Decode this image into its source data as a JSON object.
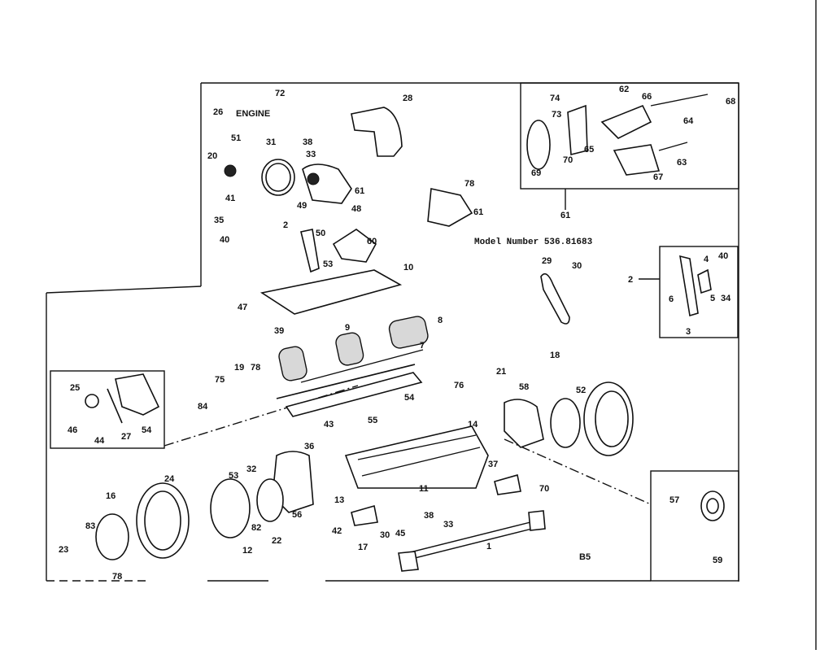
{
  "model_label": "Model Number 536.81683",
  "engine_label": "ENGINE",
  "page_code": "B5",
  "callouts": {
    "c72": "72",
    "c26": "26",
    "c28": "28",
    "c51": "51",
    "c31": "31",
    "c38": "38",
    "c33a": "33",
    "c20": "20",
    "c61a": "61",
    "c78a": "78",
    "c61b": "61",
    "c41": "41",
    "c35": "35",
    "c40a": "40",
    "c49": "49",
    "c2a": "2",
    "c50": "50",
    "c48": "48",
    "c60": "60",
    "c53a": "53",
    "c10": "10",
    "c47": "47",
    "c39": "39",
    "c9": "9",
    "c8": "8",
    "c7": "7",
    "c29": "29",
    "c30a": "30",
    "c74": "74",
    "c62": "62",
    "c66": "66",
    "c68": "68",
    "c73": "73",
    "c64": "64",
    "c65": "65",
    "c70a": "70",
    "c69": "69",
    "c63": "63",
    "c67": "67",
    "c61c": "61",
    "c2b": "2",
    "c4": "4",
    "c40b": "40",
    "c6": "6",
    "c5": "5",
    "c34": "34",
    "c3": "3",
    "c25": "25",
    "c46": "46",
    "c44": "44",
    "c27": "27",
    "c54a": "54",
    "c19": "19",
    "c78b": "78",
    "c75": "75",
    "c84": "84",
    "c54b": "54",
    "c55": "55",
    "c18": "18",
    "c21": "21",
    "c76": "76",
    "c58": "58",
    "c52": "52",
    "c43": "43",
    "c36": "36",
    "c14": "14",
    "c37": "37",
    "c11": "11",
    "c24": "24",
    "c16": "16",
    "c53b": "53",
    "c32": "32",
    "c13": "13",
    "c83": "83",
    "c82": "82",
    "c56": "56",
    "c70b": "70",
    "c23": "23",
    "c12": "12",
    "c22": "22",
    "c42": "42",
    "c17": "17",
    "c38b": "38",
    "c33b": "33",
    "c45": "45",
    "c30b": "30",
    "c1": "1",
    "c78c": "78",
    "c57": "57",
    "c59": "59"
  }
}
